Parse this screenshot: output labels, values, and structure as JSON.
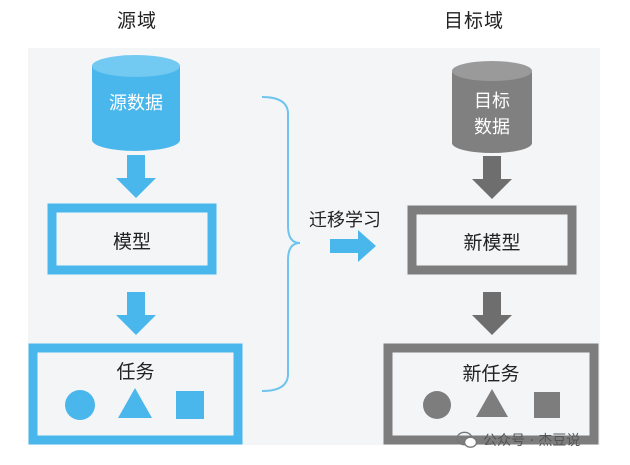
{
  "source_title": "源域",
  "target_title": "目标域",
  "source_data": "源数据",
  "target_data_line1": "目标",
  "target_data_line2": "数据",
  "source_model": "模型",
  "target_model": "新模型",
  "source_task": "任务",
  "target_task": "新任务",
  "transfer_label": "迁移学习",
  "watermark": "公众号 · 杰豆说",
  "colors": {
    "blue": "#4ab7ec",
    "gray_dark": "#808080",
    "gray_box": "#7d7d7d",
    "bracket": "#6ec4ee"
  }
}
